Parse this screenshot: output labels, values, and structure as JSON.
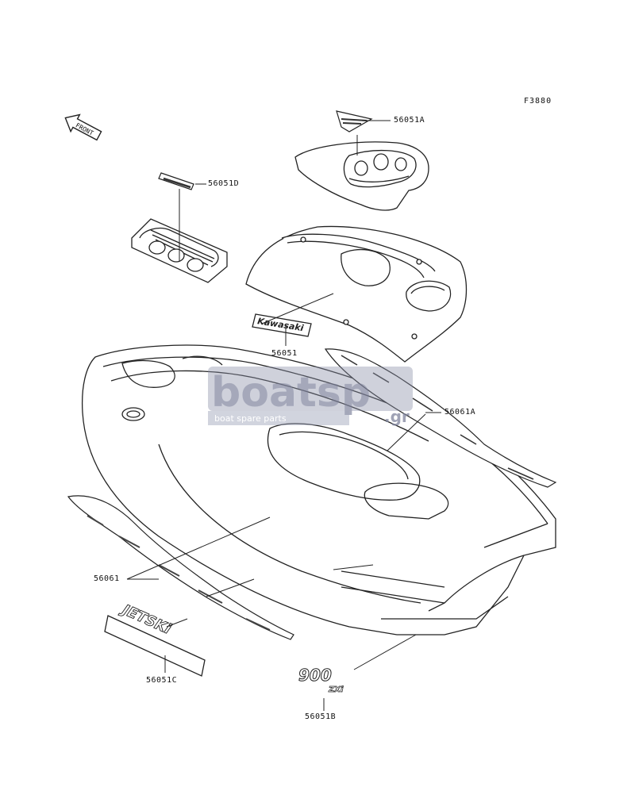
{
  "diagram": {
    "ref_code": "F3880",
    "front_label": "FRONT",
    "brand_decal_text": "Kawasaki",
    "side_logo_text": "JETSKi",
    "model_emblem_text": "900",
    "model_emblem_sub": "ZXi",
    "parts": [
      {
        "id": "56051A",
        "label": "56051A"
      },
      {
        "id": "56051D",
        "label": "56051D"
      },
      {
        "id": "56051",
        "label": "56051"
      },
      {
        "id": "56061A",
        "label": "56061A"
      },
      {
        "id": "56061",
        "label": "56061"
      },
      {
        "id": "56051C",
        "label": "56051C"
      },
      {
        "id": "56051B",
        "label": "56051B"
      }
    ]
  },
  "watermark": {
    "main_text": "boatsp",
    "suffix": ".gr",
    "tagline": "boat spare parts",
    "color": "#8a8fa8"
  },
  "colors": {
    "line": "#222222",
    "hatch": "#555555"
  }
}
